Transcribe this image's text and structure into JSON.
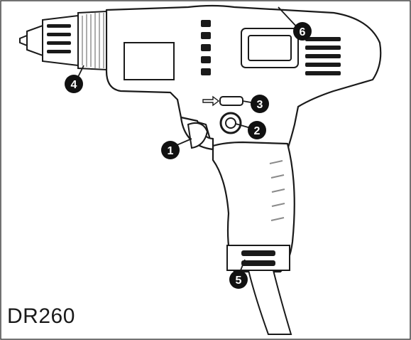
{
  "figure": {
    "model": "DR260",
    "callouts": [
      "1",
      "2",
      "3",
      "4",
      "5",
      "6"
    ]
  },
  "colors": {
    "outline": "#1a1a1a",
    "body_fill": "#ffffff",
    "detail_gray": "#8a8a8a",
    "callout_fill": "#111111",
    "frame": "#444444"
  }
}
